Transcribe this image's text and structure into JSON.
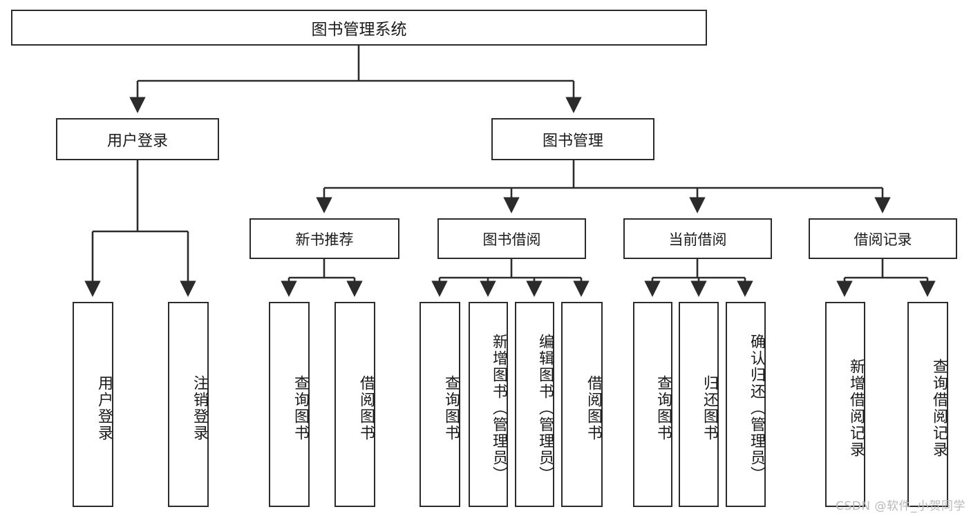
{
  "diagram": {
    "title": "图书管理系统",
    "type": "tree-hierarchy-chart",
    "orientation": "top-down",
    "colors": {
      "box_border": "#2b2b2b",
      "box_fill": "#ffffff",
      "connector": "#2b2b2b",
      "text": "#1a1a1a",
      "watermark": "#b9b9b9",
      "background": "#ffffff"
    },
    "root": {
      "label": "图书管理系统"
    },
    "level1": [
      {
        "label": "用户登录"
      },
      {
        "label": "图书管理"
      }
    ],
    "level2": [
      {
        "label": "新书推荐"
      },
      {
        "label": "图书借阅"
      },
      {
        "label": "当前借阅"
      },
      {
        "label": "借阅记录"
      }
    ],
    "leaves": {
      "user_login": [
        {
          "label": "用户登录"
        },
        {
          "label": "注销登录"
        }
      ],
      "new_book_recommend": [
        {
          "label": "查询图书"
        },
        {
          "label": "借阅图书"
        }
      ],
      "book_borrow": [
        {
          "label": "查询图书"
        },
        {
          "label": "新增图书（管理员）"
        },
        {
          "label": "编辑图书（管理员）"
        },
        {
          "label": "借阅图书"
        }
      ],
      "current_borrow": [
        {
          "label": "查询图书"
        },
        {
          "label": "归还图书"
        },
        {
          "label": "确认归还（管理员）"
        }
      ],
      "borrow_record": [
        {
          "label": "新增借阅记录"
        },
        {
          "label": "查询借阅记录"
        }
      ]
    }
  },
  "watermark": {
    "text": "CSDN @软件_小贺同学"
  }
}
